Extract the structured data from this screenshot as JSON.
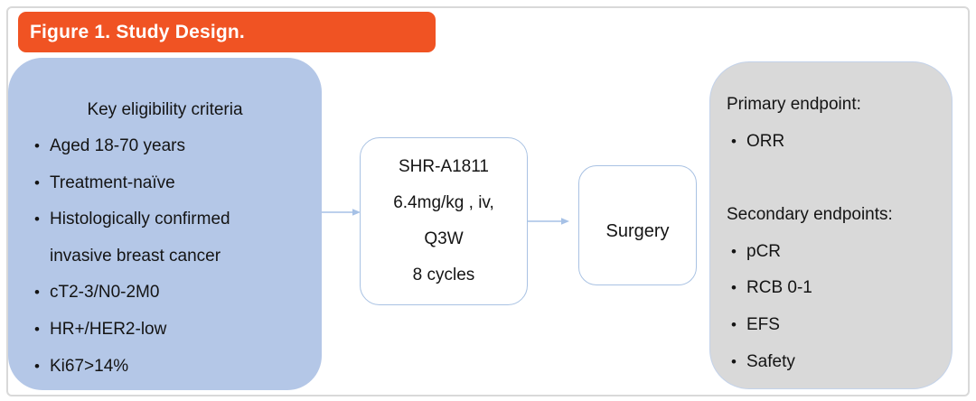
{
  "figure": {
    "title": "Figure 1. Study Design."
  },
  "ui": {
    "bullet_char": "•"
  },
  "eligibility": {
    "heading": "Key eligibility criteria",
    "items": [
      {
        "bullet": true,
        "text": "Aged 18-70 years"
      },
      {
        "bullet": true,
        "text": "Treatment-naïve"
      },
      {
        "bullet": true,
        "text": "Histologically confirmed"
      },
      {
        "bullet": false,
        "text": "invasive breast cancer"
      },
      {
        "bullet": true,
        "text": "cT2-3/N0-2M0"
      },
      {
        "bullet": true,
        "text": "HR+/HER2-low"
      },
      {
        "bullet": true,
        "text": "Ki67>14%"
      }
    ]
  },
  "treatment": {
    "lines": [
      "SHR-A1811",
      "6.4mg/kg , iv,",
      "Q3W",
      "8 cycles"
    ]
  },
  "surgery": {
    "label": "Surgery"
  },
  "endpoints": {
    "primary_heading": "Primary endpoint:",
    "primary_items": [
      "ORR"
    ],
    "secondary_heading": "Secondary endpoints:",
    "secondary_items": [
      "pCR",
      "RCB 0-1",
      "EFS",
      "Safety"
    ]
  },
  "colors": {
    "accent_orange": "#f05323",
    "eligibility_fill": "#b4c7e7",
    "endpoints_fill": "#d9d9d9",
    "outline_blue": "#a9c2e3",
    "arrow_blue": "#a6c1e6",
    "frame_border": "#d9d9d9",
    "title_text": "#ffffff"
  }
}
